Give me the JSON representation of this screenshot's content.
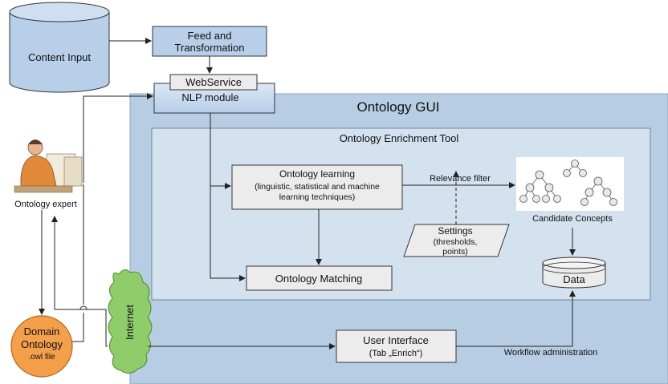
{
  "nodes": {
    "content_input": "Content Input",
    "feed_line1": "Feed and",
    "feed_line2": "Transformation",
    "webservice": "WebService",
    "nlp_module": "NLP module",
    "ontology_gui": "Ontology GUI",
    "enrichment_tool": "Ontology Enrichment Tool",
    "learning_line1": "Ontology learning",
    "learning_line2": "(linguistic, statistical and machine",
    "learning_line3": "learning techniques)",
    "relevance_filter": "Relevance filter",
    "settings_line1": "Settings",
    "settings_line2": "(thresholds,",
    "settings_line3": "points)",
    "candidate_concepts": "Candidate Concepts",
    "ontology_matching": "Ontology Matching",
    "data": "Data",
    "ontology_expert": "Ontology expert",
    "domain_line1": "Domain",
    "domain_line2": "Ontology",
    "domain_line3": ".owl file",
    "internet": "Internet",
    "ui_line1": "User Interface",
    "ui_line2": "(Tab „Enrich“)",
    "workflow_admin": "Workflow administration"
  },
  "icons": {
    "expert": "person-at-computer-icon",
    "concepts": "concept-tree-icon"
  },
  "colors": {
    "gui_panel": "#b7cde3",
    "tool_panel": "#d4e1ef",
    "blue_box": "#b8cfe9",
    "grey_box": "#ececec",
    "domain_circle": "#f4a04b",
    "internet_cloud": "#8fcc6a"
  }
}
